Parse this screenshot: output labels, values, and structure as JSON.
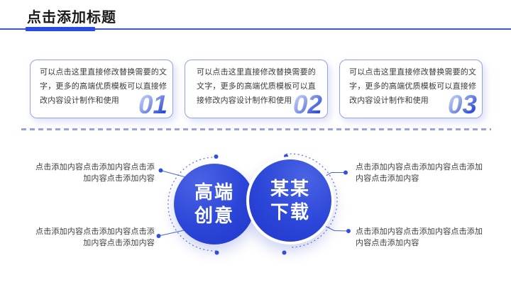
{
  "header": {
    "title": "点击添加标题"
  },
  "cards": [
    {
      "number": "01",
      "lines": [
        "可以点击这里直接修改替换需要的文",
        "字，更多的高端优质模板可以直接修",
        "改内容设计制作和使用"
      ]
    },
    {
      "number": "02",
      "lines": [
        "可以点击这里直接修改替换需要的",
        "文字，更多的高端优质模板可以直",
        "接修改内容设计制作和使用"
      ]
    },
    {
      "number": "03",
      "lines": [
        "可以点击这里直接修改替换需要的文",
        "字，更多的高端优质模板可以直接修",
        "改内容设计制作和使用"
      ]
    }
  ],
  "circles": [
    {
      "lines": [
        "高端",
        "创意"
      ]
    },
    {
      "lines": [
        "某某",
        "下载"
      ]
    }
  ],
  "callouts": {
    "left_top": {
      "lines": [
        "点击添加内容点击添加内容点击添",
        "加内容点击添加内容"
      ]
    },
    "left_bottom": {
      "lines": [
        "点击添加内容点击添加内容点击添",
        "加内容点击添加内容"
      ]
    },
    "right_top": {
      "lines": [
        "点击添加内容点击添加内容点击添加",
        "内容点击添加内容"
      ]
    },
    "right_bottom": {
      "lines": [
        "点击添加内容点击添加内容点击添加",
        "内容点击添加内容"
      ]
    }
  },
  "colors": {
    "accent": "#2b4ce0",
    "header_line": "#3b56d6",
    "card_border": "#93a2e6",
    "circle_blue": "#2b46d8",
    "connector": "#4663d8",
    "dashed_divider": "#98a2de"
  }
}
